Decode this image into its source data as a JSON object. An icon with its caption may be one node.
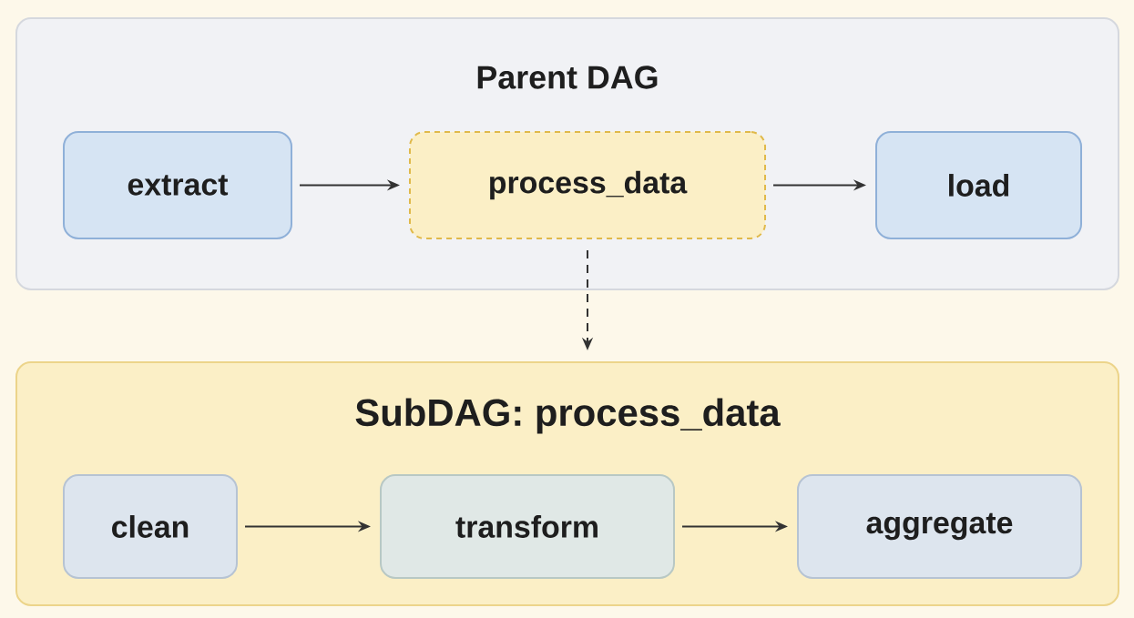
{
  "diagram": {
    "nodes": [
      {
        "text": [
          "Parent DAG"
        ]
      },
      {
        "text": [
          "extract"
        ],
        "in": 0
      },
      {
        "text": [
          "process_data"
        ],
        "in": 0
      },
      {
        "text": [
          "load"
        ],
        "in": 0
      },
      {
        "text": [
          "SubDAG: process_data"
        ]
      },
      {
        "text": [
          "clean"
        ],
        "in": 4
      },
      {
        "text": [
          "transform"
        ],
        "in": 4
      },
      {
        "text": [
          "aggregate"
        ],
        "in": 4
      }
    ],
    "edges": [
      {
        "from": 1,
        "to": 2,
        "arrow": "to"
      },
      {
        "from": 2,
        "to": 3,
        "arrow": "to"
      },
      {
        "from": 2,
        "to": 4,
        "arrow": "to",
        "style": "dashed"
      },
      {
        "from": 5,
        "to": 6,
        "arrow": "to"
      },
      {
        "from": 6,
        "to": 7,
        "arrow": "to"
      }
    ]
  }
}
